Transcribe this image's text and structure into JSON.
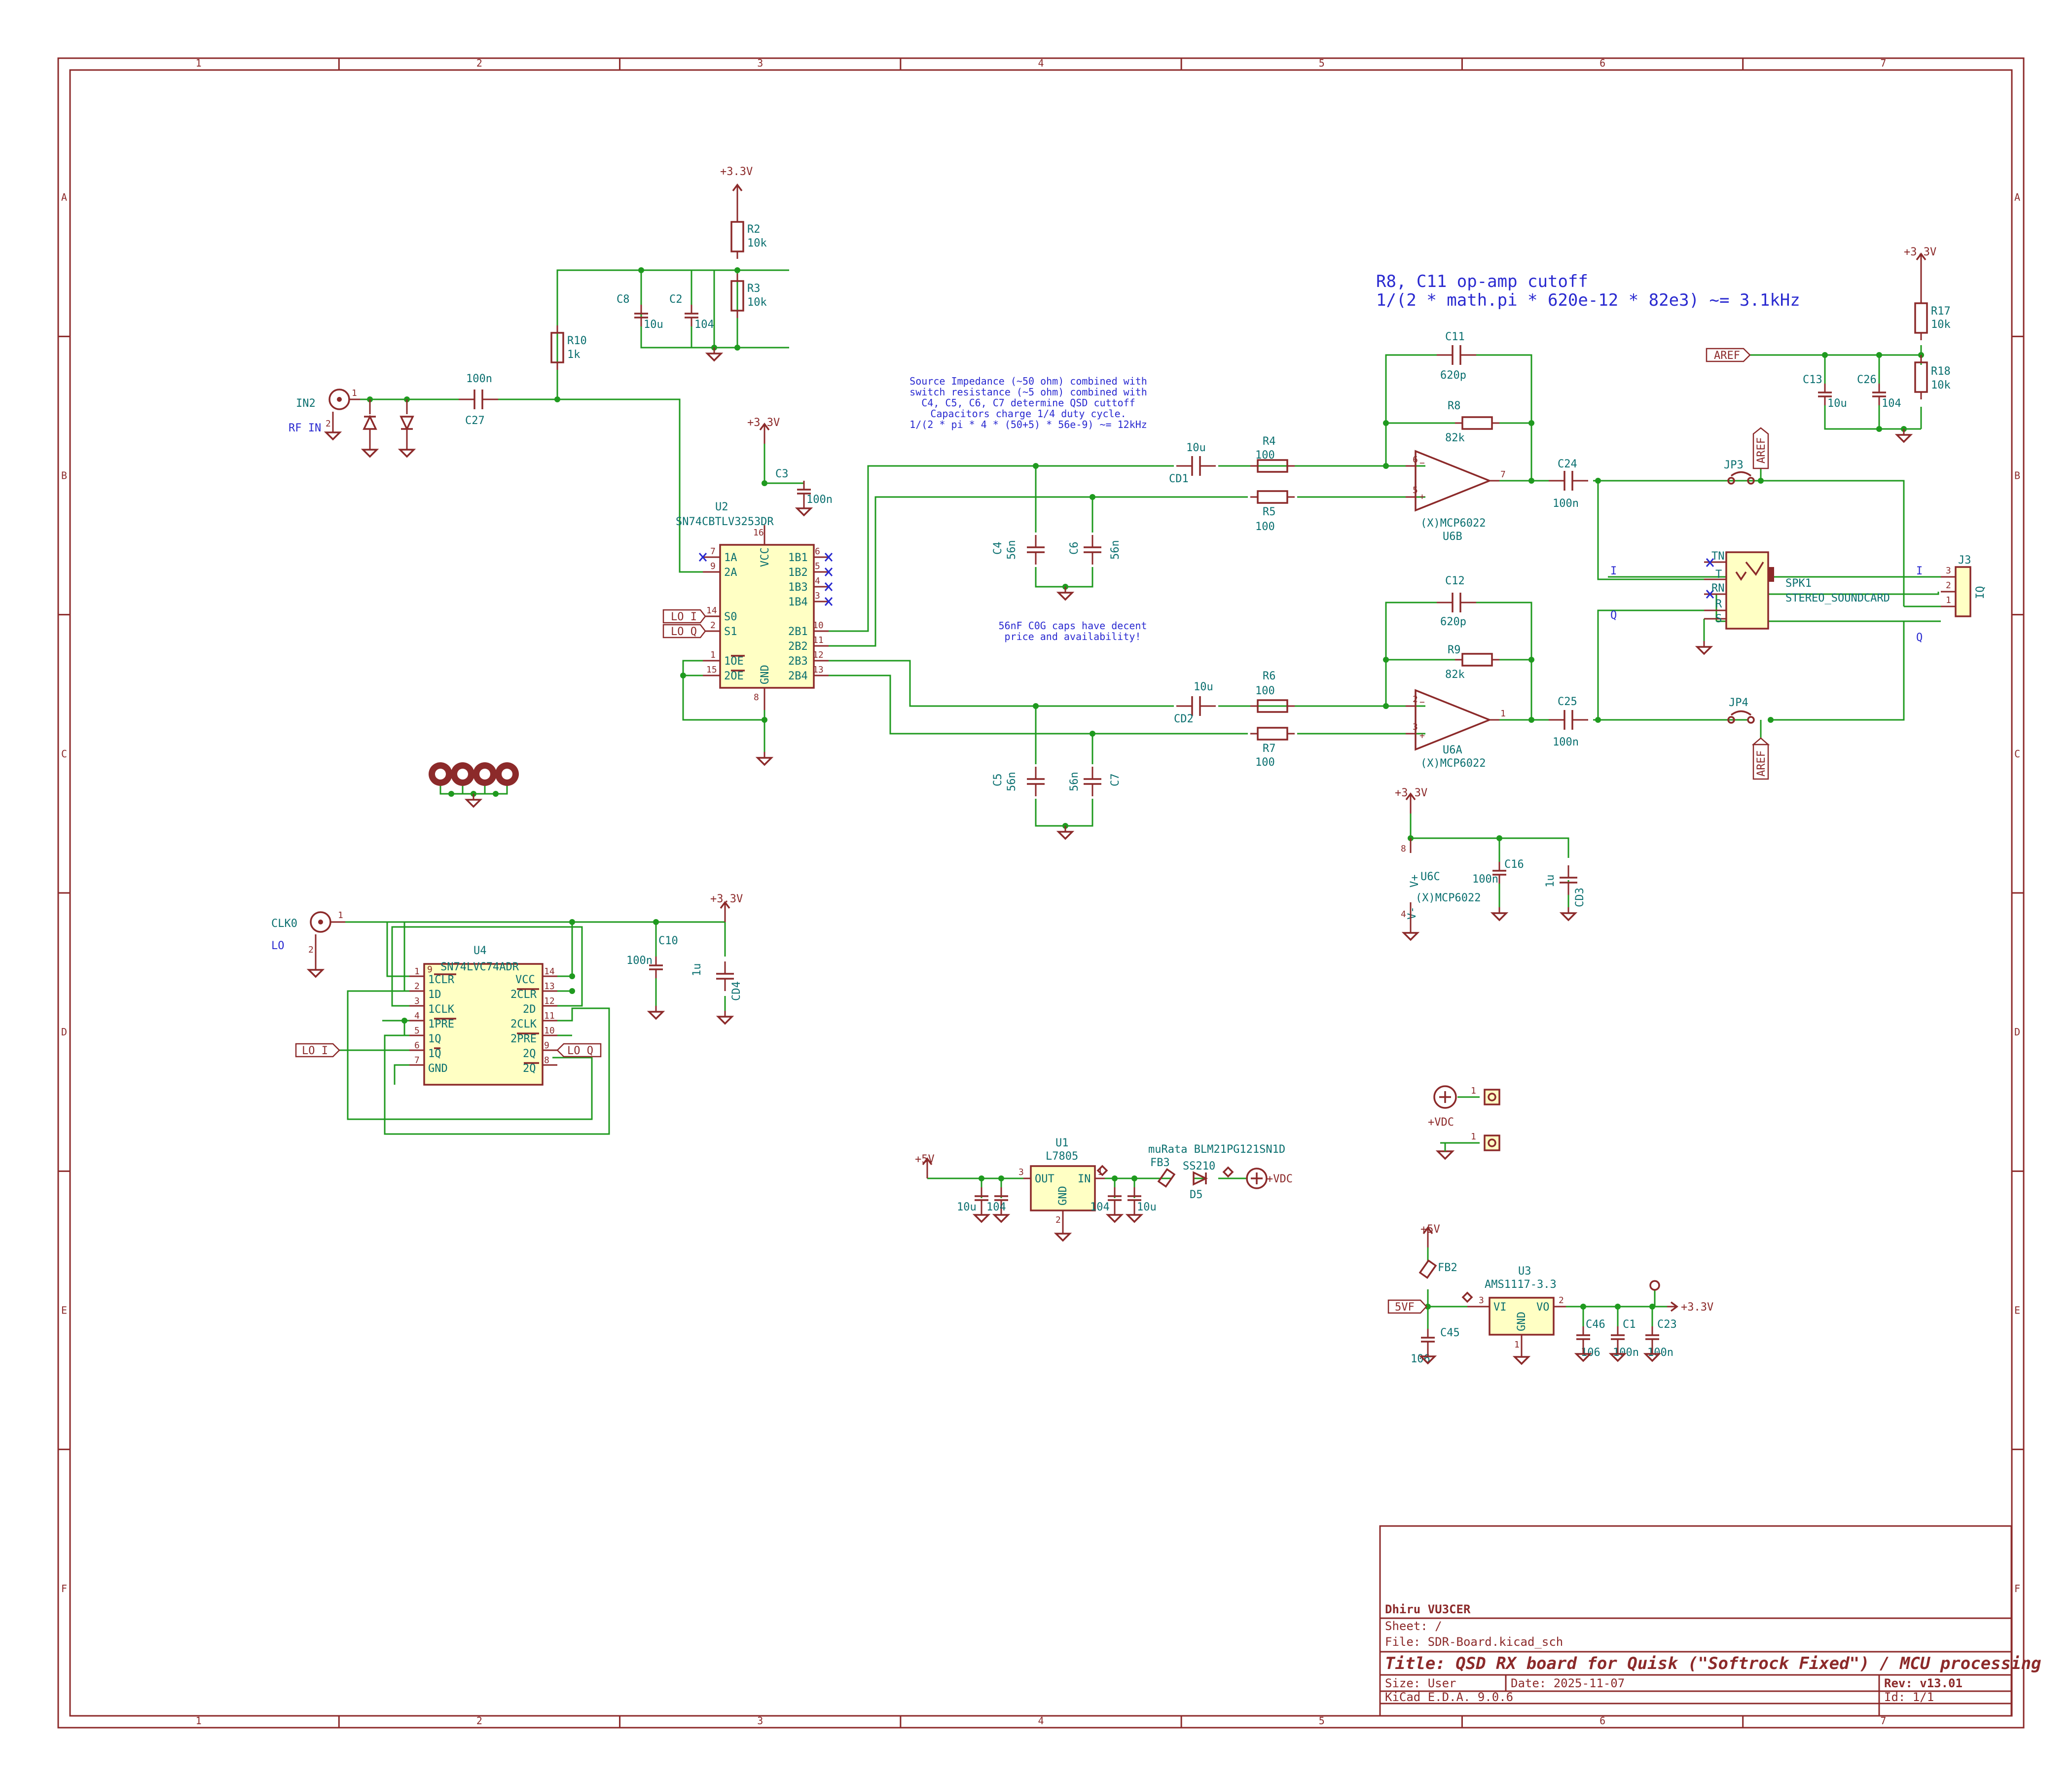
{
  "notes": {
    "source_impedance": [
      "Source Impedance (~50 ohm) combined with",
      "switch resistance (~5 ohm) combined with",
      "C4, C5, C6, C7 determine QSD cuttoff",
      "Capacitors charge 1/4 duty cycle.",
      "1/(2 * pi * 4 * (50+5) * 56e-9) ~= 12kHz"
    ],
    "cog_caps": [
      "56nF C0G caps have decent",
      "price and availability!"
    ],
    "opamp_cutoff": [
      "R8, C11 op-amp cutoff",
      "1/(2 * math.pi * 620e-12 * 82e3) ~= 3.1kHz"
    ]
  },
  "power": {
    "p33": "+3.3V",
    "p5": "+5V",
    "vdc": "+VDC",
    "v_plus": "V+",
    "v_minus": "V-"
  },
  "nets": {
    "aref": "AREF",
    "lo_i": "LO_I",
    "lo_q": "LO_Q",
    "i": "I",
    "q": "Q",
    "five_vf": "5VF",
    "rf_in": "RF IN",
    "lo": "LO"
  },
  "components": {
    "in2": {
      "ref": "IN2"
    },
    "clk0": {
      "ref": "CLK0"
    },
    "c27": {
      "ref": "C27",
      "val": "100n"
    },
    "r10": {
      "ref": "R10",
      "val": "1k"
    },
    "r2": {
      "ref": "R2",
      "val": "10k"
    },
    "r3": {
      "ref": "R3",
      "val": "10k"
    },
    "c8": {
      "ref": "C8",
      "val": "10u"
    },
    "c2": {
      "ref": "C2",
      "val": "104"
    },
    "c3": {
      "ref": "C3",
      "val": "100n"
    },
    "u2": {
      "ref": "U2",
      "val": "SN74CBTLV3253DR"
    },
    "cd1": {
      "ref": "CD1",
      "val": "10u"
    },
    "cd2": {
      "ref": "CD2",
      "val": "10u"
    },
    "r4": {
      "ref": "R4",
      "val": "100"
    },
    "r5": {
      "ref": "R5",
      "val": "100"
    },
    "r6": {
      "ref": "R6",
      "val": "100"
    },
    "r7": {
      "ref": "R7",
      "val": "100"
    },
    "c4": {
      "ref": "C4",
      "val": "56n"
    },
    "c5": {
      "ref": "C5",
      "val": "56n"
    },
    "c6": {
      "ref": "C6",
      "val": "56n"
    },
    "c7": {
      "ref": "C7",
      "val": "56n"
    },
    "c11": {
      "ref": "C11",
      "val": "620p"
    },
    "c12": {
      "ref": "C12",
      "val": "620p"
    },
    "r8": {
      "ref": "R8",
      "val": "82k"
    },
    "r9": {
      "ref": "R9",
      "val": "82k"
    },
    "u6b": {
      "ref": "U6B",
      "val": "(X)MCP6022"
    },
    "u6a": {
      "ref": "U6A",
      "val": "(X)MCP6022"
    },
    "u6c": {
      "ref": "U6C",
      "val": "(X)MCP6022"
    },
    "c24": {
      "ref": "C24",
      "val": "100n"
    },
    "c25": {
      "ref": "C25",
      "val": "100n"
    },
    "jp3": {
      "ref": "JP3"
    },
    "jp4": {
      "ref": "JP4"
    },
    "spk1": {
      "ref": "SPK1",
      "val": "STEREO_SOUNDCARD"
    },
    "j3": {
      "ref": "J3",
      "val": "IQ"
    },
    "r17": {
      "ref": "R17",
      "val": "10k"
    },
    "r18": {
      "ref": "R18",
      "val": "10k"
    },
    "c13": {
      "ref": "C13",
      "val": "10u"
    },
    "c26": {
      "ref": "C26",
      "val": "104"
    },
    "c16": {
      "ref": "C16",
      "val": "100n"
    },
    "cd3": {
      "ref": "CD3",
      "val": "1u"
    },
    "u4": {
      "ref": "U4",
      "val": "SN74LVC74ADR"
    },
    "c10": {
      "ref": "C10",
      "val": "100n"
    },
    "cd4": {
      "ref": "CD4",
      "val": "1u"
    },
    "u1": {
      "ref": "U1",
      "val": "L7805"
    },
    "fb3": {
      "ref": "FB3",
      "val": "muRata BLM21PG121SN1D"
    },
    "d5": {
      "ref": "D5",
      "val": "SS210"
    },
    "u3": {
      "ref": "U3",
      "val": "AMS1117-3.3"
    },
    "fb2": {
      "ref": "FB2"
    },
    "c45": {
      "ref": "C45",
      "val": "106"
    },
    "c46": {
      "ref": "C46",
      "val": "106"
    },
    "c1": {
      "ref": "C1",
      "val": "100n"
    },
    "c23": {
      "ref": "C23",
      "val": "100n"
    }
  },
  "cap_values": {
    "c10u": "10u",
    "c104": "104"
  },
  "u2_pins": {
    "a1": "1A",
    "a2": "2A",
    "s0": "S0",
    "s1": "S1",
    "oe1": "1OE",
    "oe2": "2OE",
    "vcc": "VCC",
    "gnd": "GND",
    "b11": "1B1",
    "b12": "1B2",
    "b13": "1B3",
    "b14": "1B4",
    "b21": "2B1",
    "b22": "2B2",
    "b23": "2B3",
    "b24": "2B4"
  },
  "u4_pins": {
    "l1": "1CLR",
    "l2": "1D",
    "l3": "1CLK",
    "l4": "1PRE",
    "l5": "1Q",
    "l6": "1Q",
    "l7": "GND",
    "r14": "VCC",
    "r13": "2CLR",
    "r12": "2D",
    "r11": "2CLK",
    "r10": "2PRE",
    "r9": "2Q",
    "r8": "2Q"
  },
  "u1_pins": {
    "out": "OUT",
    "in": "IN",
    "gnd": "GND"
  },
  "u3_pins": {
    "vi": "VI",
    "vo": "VO",
    "gnd": "GND"
  },
  "spk_pins": {
    "tn": "TN",
    "t": "T",
    "rn": "RN",
    "r": "R",
    "s": "S"
  },
  "border": {
    "cols": [
      "1",
      "2",
      "3",
      "4",
      "5",
      "6",
      "7"
    ],
    "rows": [
      "A",
      "B",
      "C",
      "D",
      "E",
      "F"
    ]
  },
  "title_block": {
    "author": "Dhiru VU3CER",
    "sheet": "Sheet: /",
    "file": "File: SDR-Board.kicad_sch",
    "title": "Title: QSD RX board for Quisk (\"Softrock Fixed\") / MCU processing",
    "size": "Size: User",
    "date": "Date: 2025-11-07",
    "rev": "Rev: v13.01",
    "tool": "KiCad E.D.A. 9.0.6",
    "id": "Id: 1/1"
  }
}
